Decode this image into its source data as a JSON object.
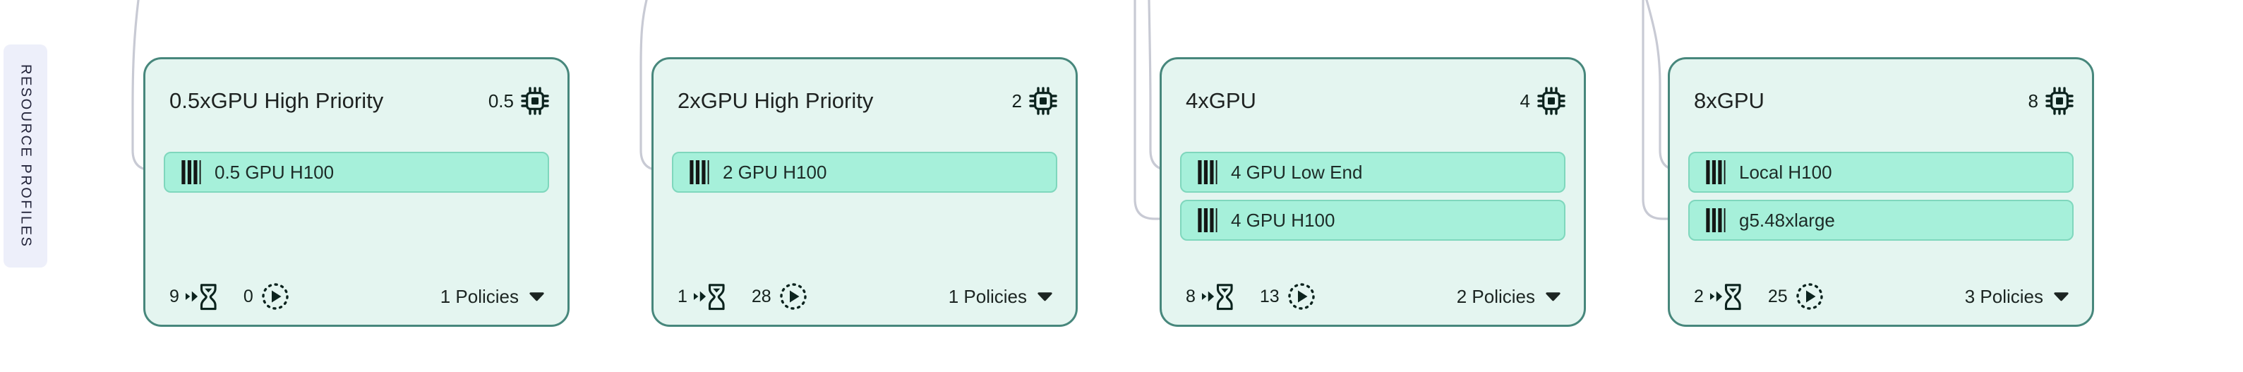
{
  "sidebar_label": {
    "text": "RESOURCE PROFILES"
  },
  "colors": {
    "card_background": "#e4f5f0",
    "card_border": "#47877c",
    "tag_background": "#a6f0da",
    "tag_border": "#7fd7bd",
    "connector_line": "#c8cad4",
    "label_background": "#edeffa",
    "icon_dark": "#0c231e",
    "text_dark": "#1e2221"
  },
  "icons": {
    "gpu": "chip-icon",
    "resource": "barcode-icon",
    "queued": "arrows-into-hourglass-icon",
    "running": "dotted-circle-play-icon",
    "dropdown": "chevron-down-icon"
  },
  "cards": [
    {
      "title": "0.5xGPU High Priority",
      "gpu_count": "0.5",
      "resources": [
        "0.5 GPU H100"
      ],
      "queued": "9",
      "running": "0",
      "policies_label": "1 Policies"
    },
    {
      "title": "2xGPU High Priority",
      "gpu_count": "2",
      "resources": [
        "2 GPU H100"
      ],
      "queued": "1",
      "running": "28",
      "policies_label": "1 Policies"
    },
    {
      "title": "4xGPU",
      "gpu_count": "4",
      "resources": [
        "4 GPU Low End",
        "4 GPU H100"
      ],
      "queued": "8",
      "running": "13",
      "policies_label": "2 Policies"
    },
    {
      "title": "8xGPU",
      "gpu_count": "8",
      "resources": [
        "Local H100",
        "g5.48xlarge"
      ],
      "queued": "2",
      "running": "25",
      "policies_label": "3 Policies"
    }
  ]
}
